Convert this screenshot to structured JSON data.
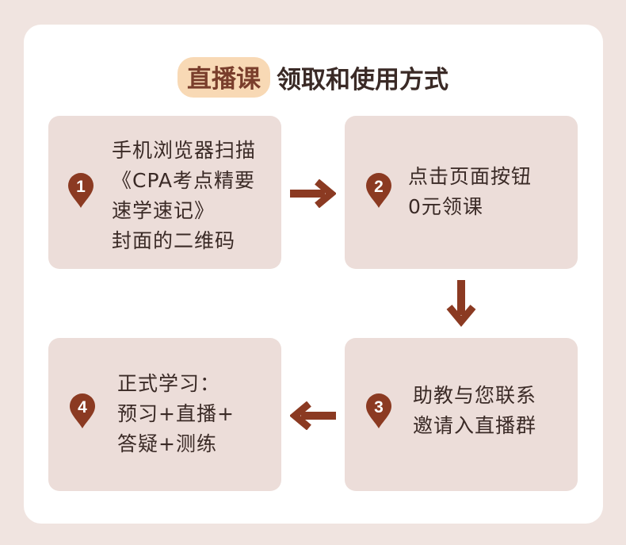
{
  "title": {
    "tag": "直播课",
    "text": "领取和使用方式"
  },
  "steps": [
    {
      "number": "1",
      "text": "手机浏览器扫描\n《CPA考点精要\n速学速记》\n封面的二维码"
    },
    {
      "number": "2",
      "text": "点击页面按钮\n0元领课"
    },
    {
      "number": "3",
      "text": "助教与您联系\n邀请入直播群"
    },
    {
      "number": "4",
      "text": "正式学习：\n预习+直播+\n答疑+测练"
    }
  ],
  "colors": {
    "accent": "#8b3a22",
    "tag_bg": "#f8d9b5",
    "box_bg": "#ecddd9",
    "page_bg": "#f0e4e0"
  },
  "icons": {
    "pin": "location-pin-icon",
    "arrow_right": "arrow-right-icon",
    "arrow_down": "arrow-down-icon",
    "arrow_left": "arrow-left-icon"
  }
}
